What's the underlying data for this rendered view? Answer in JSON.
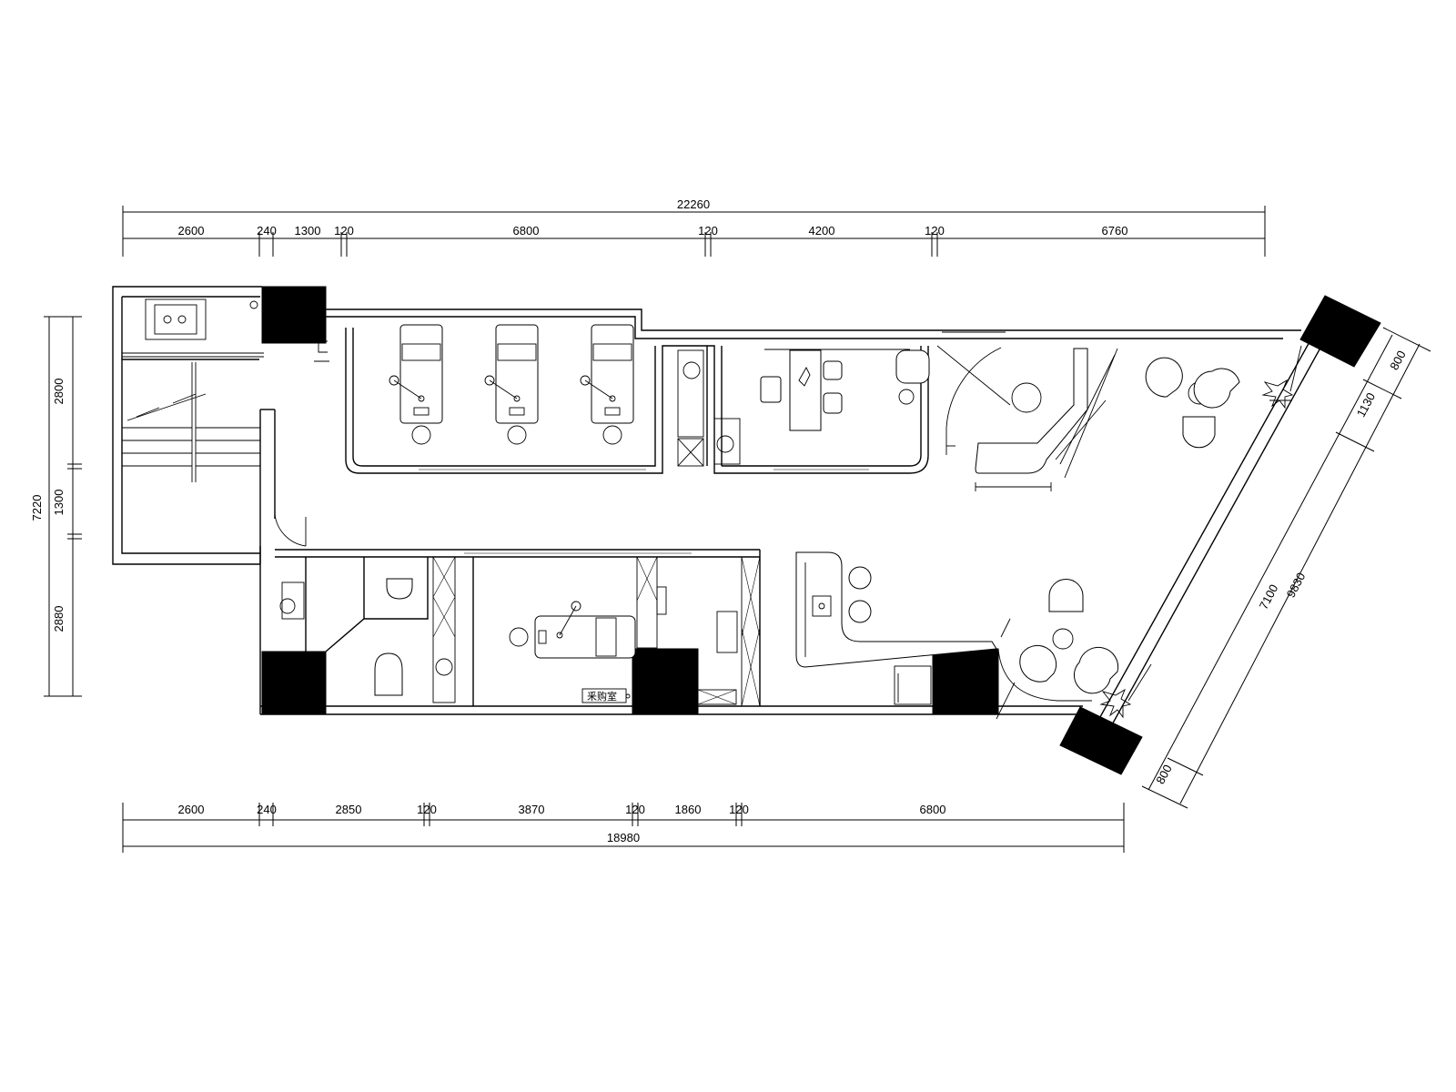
{
  "dimensions": {
    "top_total": "22260",
    "top_segments": [
      "2600",
      "240",
      "1300",
      "120",
      "6800",
      "120",
      "4200",
      "120",
      "6760"
    ],
    "bottom_segments": [
      "2600",
      "240",
      "2850",
      "120",
      "3870",
      "120",
      "1860",
      "120",
      "6800"
    ],
    "bottom_total": "18980",
    "left_total": "7220",
    "left_segments": [
      "2800",
      "1300",
      "2880"
    ],
    "right_diag_total": "9830",
    "right_diag_segments": [
      "800",
      "1130",
      "7100",
      "800"
    ]
  },
  "labels": {
    "room_tag": "釆购室"
  }
}
